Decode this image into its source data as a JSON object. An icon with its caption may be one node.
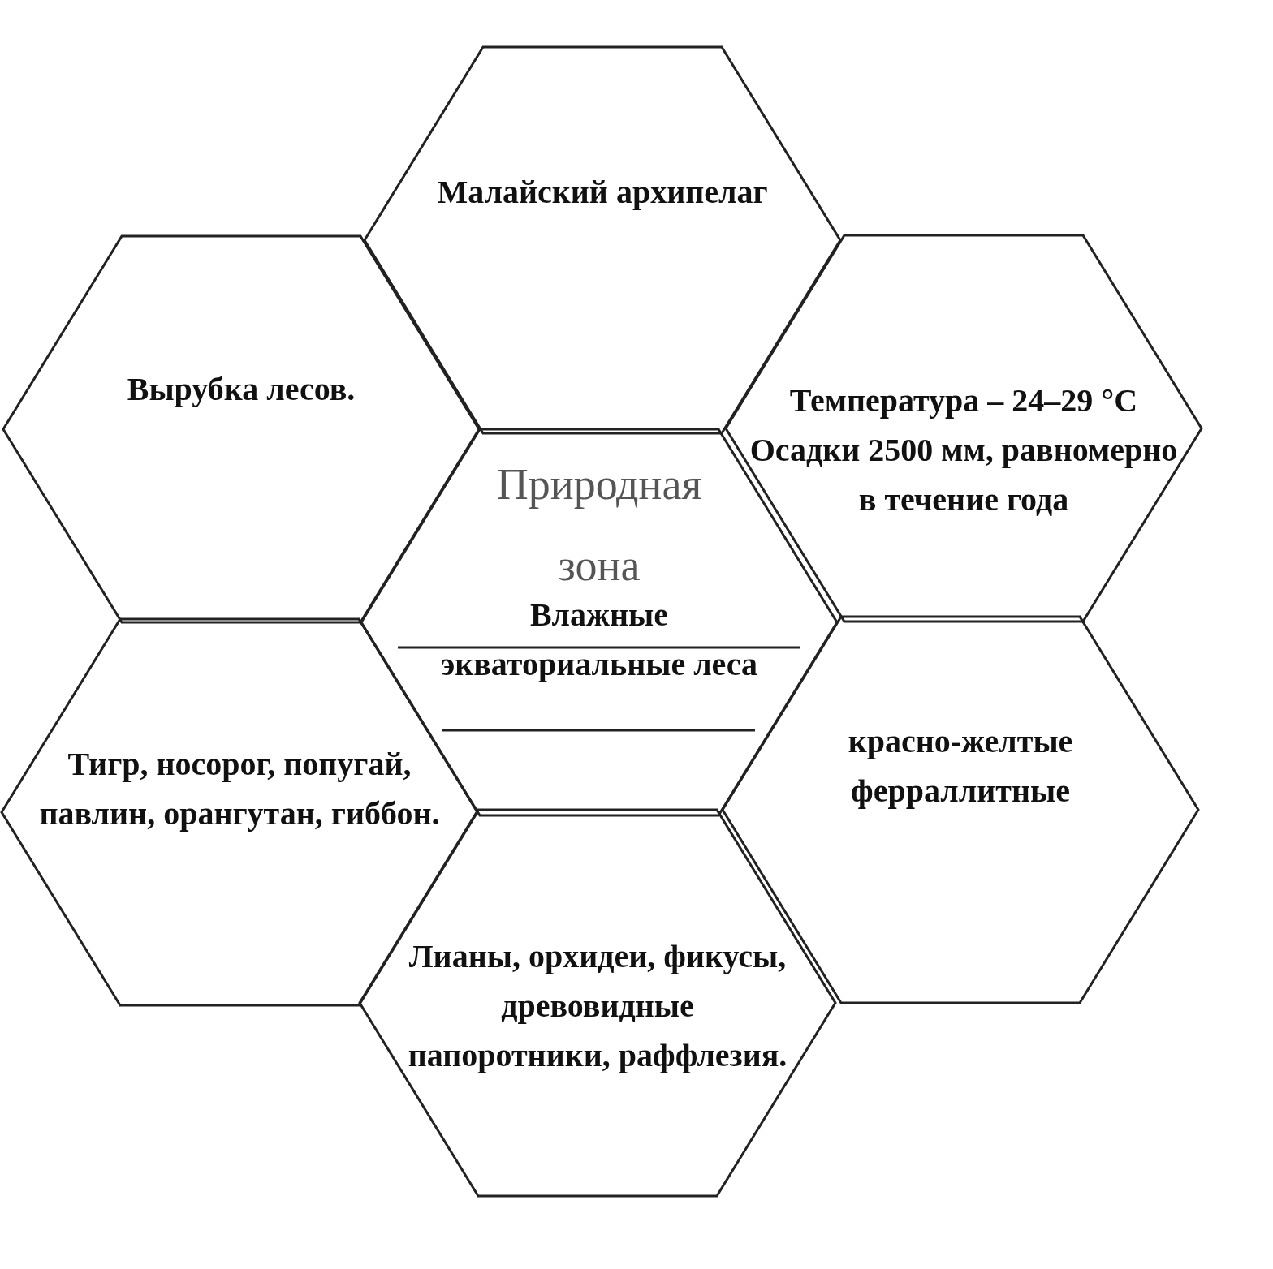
{
  "diagram": {
    "nodes": [
      {
        "text": [
          "Малайский архипелаг"
        ]
      },
      {
        "text": [
          "Вырубка лесов."
        ]
      },
      {
        "text": [
          "Природная зона",
          "Влажные экваториальные леса"
        ]
      },
      {
        "text": [
          "Температура – 24–29 °C Осадки 2500 мм, равномерно в течение года"
        ]
      },
      {
        "text": [
          "Тигр, носорог, попугай, павлин, орангутан, гиббон."
        ]
      },
      {
        "text": [
          "красно-желтые ферраллитные"
        ]
      },
      {
        "text": [
          "Лианы, орхидеи, фикусы, древовидные папоротники, раффлезия."
        ]
      }
    ]
  }
}
